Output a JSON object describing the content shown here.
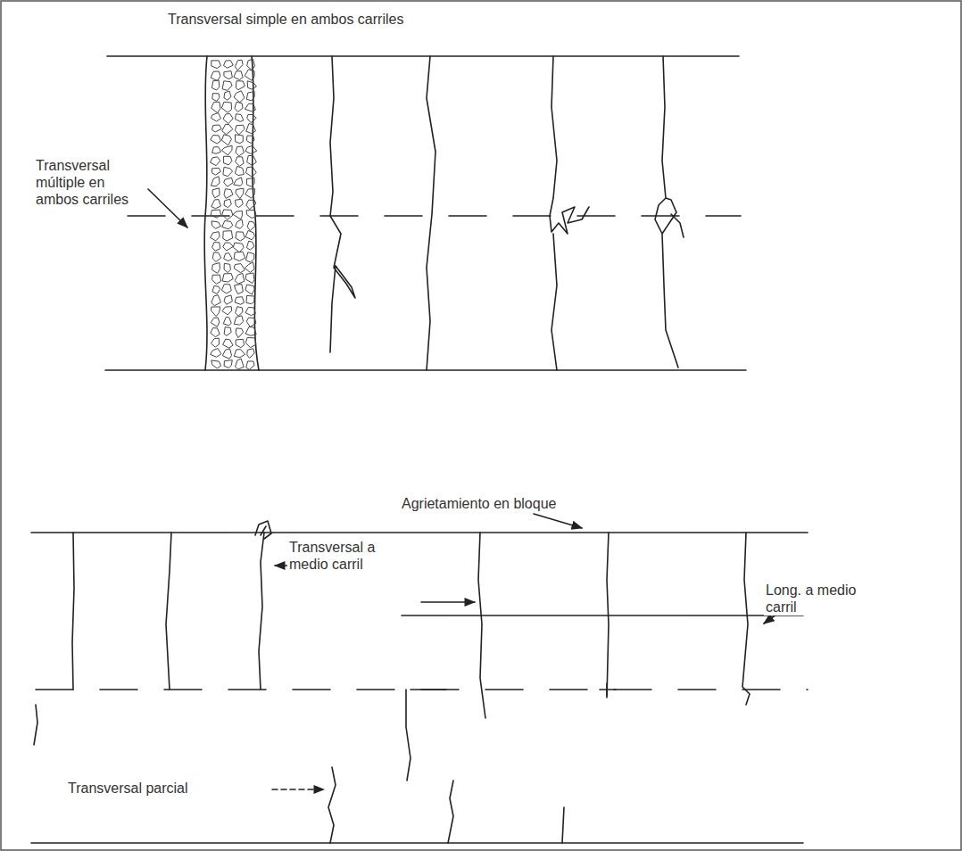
{
  "diagram": {
    "labels": [
      "Transversal simple en ambos carriles",
      "Transversal múltiple en ambos carriles",
      "Agrietamiento en bloque",
      "Transversal a medio carril",
      "Long. a medio carril",
      "Transversal parcial"
    ]
  }
}
